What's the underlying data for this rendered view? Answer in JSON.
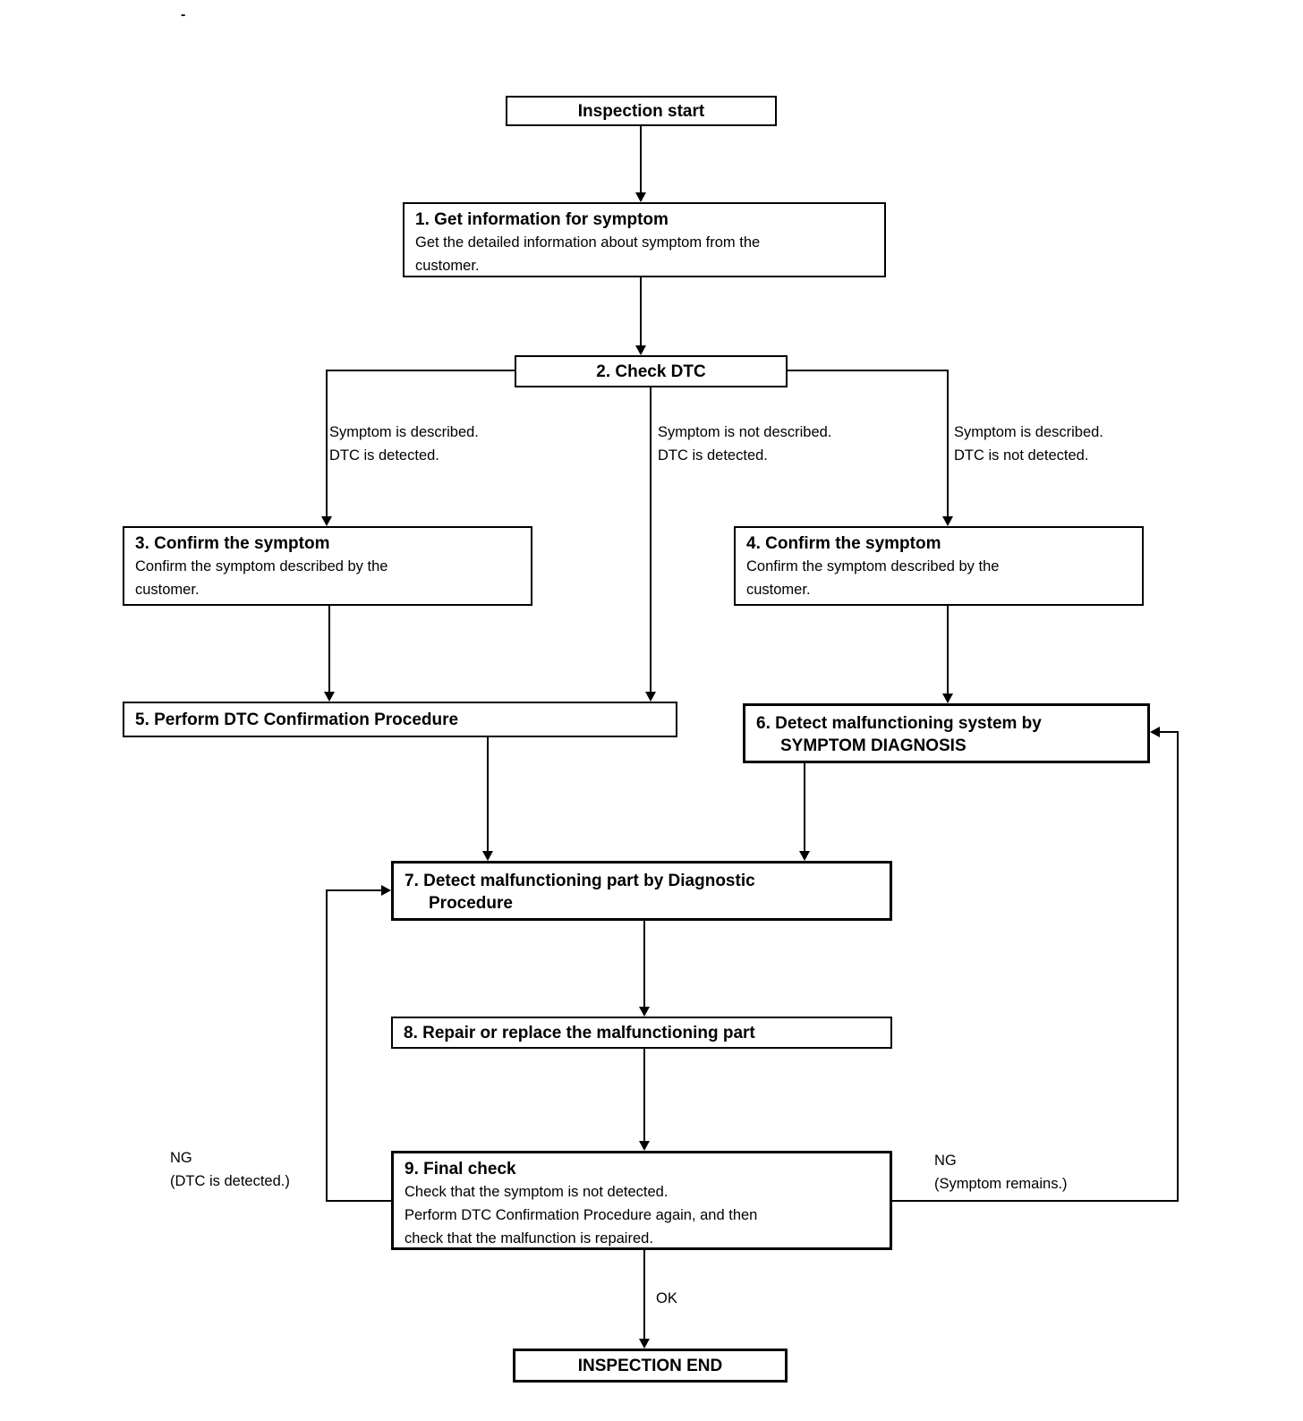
{
  "diagram": {
    "stray_mark": "-",
    "nodes": {
      "start": {
        "label": "Inspection start"
      },
      "step1": {
        "title": "1. Get information for symptom",
        "body_line1": "Get the detailed information about symptom from the",
        "body_line2": "customer."
      },
      "step2": {
        "title": "2. Check DTC"
      },
      "step3": {
        "title": "3. Confirm the symptom",
        "body_line1": "Confirm the symptom described by the",
        "body_line2": "customer."
      },
      "step4": {
        "title": "4. Confirm the symptom",
        "body_line1": "Confirm the symptom described by the",
        "body_line2": "customer."
      },
      "step5": {
        "title": "5. Perform DTC Confirmation Procedure"
      },
      "step6": {
        "title_line1": "6. Detect malfunctioning system by",
        "title_line2": "SYMPTOM DIAGNOSIS"
      },
      "step7": {
        "title_line1": "7. Detect malfunctioning part by Diagnostic",
        "title_line2": "Procedure"
      },
      "step8": {
        "title": "8. Repair or replace the malfunctioning part"
      },
      "step9": {
        "title": "9. Final check",
        "body_line1": "Check that the symptom is not detected.",
        "body_line2": "Perform DTC Confirmation Procedure again, and then",
        "body_line3": "check that the malfunction is repaired."
      },
      "end": {
        "label": "INSPECTION END"
      }
    },
    "branch_labels": {
      "left": {
        "line1": "Symptom is described.",
        "line2": "DTC is detected."
      },
      "middle": {
        "line1": "Symptom is not described.",
        "line2": "DTC is detected."
      },
      "right": {
        "line1": "Symptom is described.",
        "line2": "DTC is not detected."
      }
    },
    "loop_labels": {
      "ng_left": {
        "line1": "NG",
        "line2": "(DTC is detected.)"
      },
      "ng_right": {
        "line1": "NG",
        "line2": "(Symptom remains.)"
      }
    },
    "result_labels": {
      "ok": "OK"
    },
    "colors": {
      "background": "#ffffff",
      "line": "#000000",
      "text": "#000000"
    }
  }
}
